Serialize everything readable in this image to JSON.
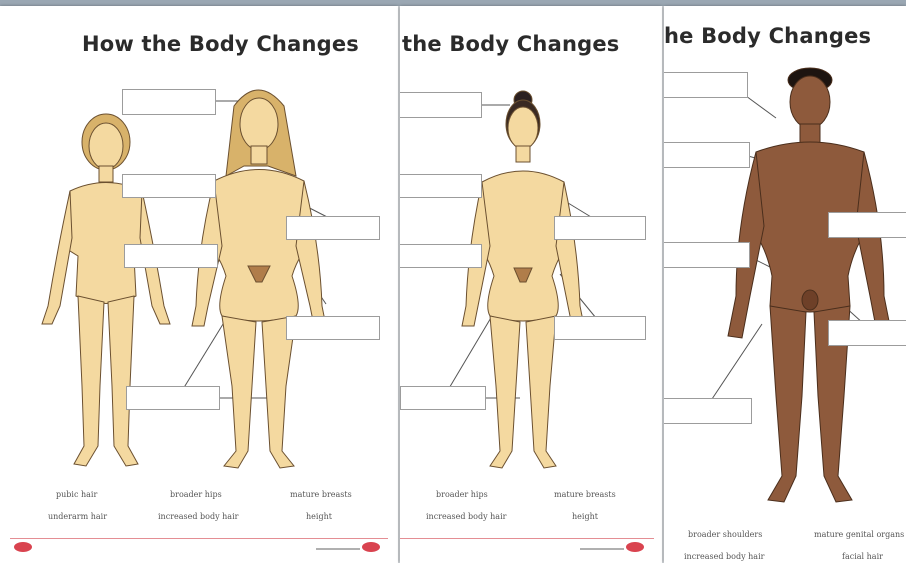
{
  "colors": {
    "skin_light": "#f4d9a0",
    "skin_dark": "#8e5a3c",
    "outline": "#6b5030",
    "brand_red": "#d9434f"
  },
  "sheets": [
    {
      "title": "How the Body Changes",
      "words_row1": [
        "pubic hair",
        "broader hips",
        "mature breasts"
      ],
      "words_row2": [
        "underarm hair",
        "increased body hair",
        "height"
      ]
    },
    {
      "title": "the Body Changes",
      "words_row1": [
        "broader hips",
        "mature breasts"
      ],
      "words_row2": [
        "increased body hair",
        "height"
      ]
    },
    {
      "title": "he Body Changes",
      "words_row1": [
        "broader shoulders",
        "mature genital organs"
      ],
      "words_row2": [
        "increased body hair",
        "facial hair"
      ]
    }
  ]
}
